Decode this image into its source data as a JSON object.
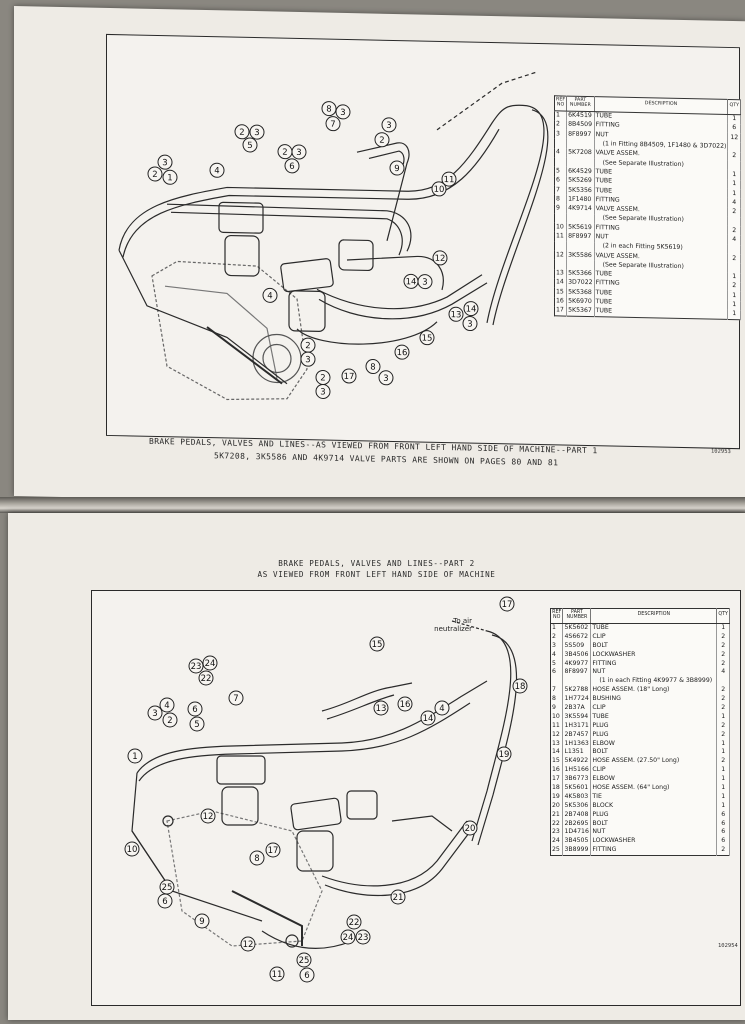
{
  "top": {
    "callouts": [
      "3",
      "2",
      "1",
      "4",
      "2",
      "3",
      "5",
      "2",
      "3",
      "6",
      "8",
      "3",
      "7",
      "3",
      "2",
      "9",
      "11",
      "10",
      "12",
      "14",
      "3",
      "4",
      "13",
      "14",
      "3",
      "15",
      "16",
      "17",
      "2",
      "3",
      "8",
      "3",
      "2",
      "3"
    ],
    "table_headers": [
      "REF NO",
      "PART NUMBER",
      "DESCRIPTION",
      "QTY"
    ],
    "rows": [
      {
        "ref": "1",
        "part": "6K4519",
        "desc": "TUBE",
        "qty": "1"
      },
      {
        "ref": "2",
        "part": "8B4509",
        "desc": "FITTING",
        "qty": "6"
      },
      {
        "ref": "3",
        "part": "8F8997",
        "desc": "NUT",
        "qty": "12"
      },
      {
        "ref": "",
        "part": "",
        "desc": "(1 in Fitting 8B4509, 1F1480 & 3D7022)",
        "qty": ""
      },
      {
        "ref": "4",
        "part": "5K7208",
        "desc": "VALVE ASSEM.",
        "qty": "2"
      },
      {
        "ref": "",
        "part": "",
        "desc": "(See Separate Illustration)",
        "qty": ""
      },
      {
        "ref": "5",
        "part": "6K4529",
        "desc": "TUBE",
        "qty": "1"
      },
      {
        "ref": "6",
        "part": "5K5269",
        "desc": "TUBE",
        "qty": "1"
      },
      {
        "ref": "7",
        "part": "5K5356",
        "desc": "TUBE",
        "qty": "1"
      },
      {
        "ref": "8",
        "part": "1F1480",
        "desc": "FITTING",
        "qty": "4"
      },
      {
        "ref": "9",
        "part": "4K9714",
        "desc": "VALVE ASSEM.",
        "qty": "2"
      },
      {
        "ref": "",
        "part": "",
        "desc": "(See Separate Illustration)",
        "qty": ""
      },
      {
        "ref": "10",
        "part": "5K5619",
        "desc": "FITTING",
        "qty": "2"
      },
      {
        "ref": "11",
        "part": "8F8997",
        "desc": "NUT",
        "qty": "4"
      },
      {
        "ref": "",
        "part": "",
        "desc": "(2 in each Fitting 5K5619)",
        "qty": ""
      },
      {
        "ref": "12",
        "part": "3K5586",
        "desc": "VALVE ASSEM.",
        "qty": "2"
      },
      {
        "ref": "",
        "part": "",
        "desc": "(See Separate Illustration)",
        "qty": ""
      },
      {
        "ref": "13",
        "part": "5K5366",
        "desc": "TUBE",
        "qty": "1"
      },
      {
        "ref": "14",
        "part": "3D7022",
        "desc": "FITTING",
        "qty": "2"
      },
      {
        "ref": "15",
        "part": "5K5368",
        "desc": "TUBE",
        "qty": "1"
      },
      {
        "ref": "16",
        "part": "5K6970",
        "desc": "TUBE",
        "qty": "1"
      },
      {
        "ref": "17",
        "part": "5K5367",
        "desc": "TUBE",
        "qty": "1"
      }
    ],
    "caption_line1": "BRAKE PEDALS, VALVES AND LINES--AS VIEWED FROM FRONT LEFT HAND SIDE OF MACHINE--PART 1",
    "caption_line2": "5K7208, 3K5586 AND 4K9714 VALVE PARTS ARE SHOWN ON PAGES 80 AND 81",
    "figure_number": "102953"
  },
  "bottom": {
    "header_line1": "BRAKE PEDALS, VALVES AND LINES--PART 2",
    "header_line2": "AS VIEWED FROM FRONT LEFT HAND SIDE OF MACHINE",
    "air_label": "To air neutralizer",
    "callouts": [
      "17",
      "15",
      "23",
      "24",
      "22",
      "7",
      "3",
      "4",
      "2",
      "6",
      "5",
      "16",
      "13",
      "14",
      "4",
      "18",
      "19",
      "1",
      "10",
      "12",
      "8",
      "17",
      "20",
      "21",
      "25",
      "6",
      "9",
      "12",
      "11",
      "25",
      "6",
      "22",
      "24",
      "23"
    ],
    "table_headers": [
      "REF NO",
      "PART NUMBER",
      "DESCRIPTION",
      "QTY"
    ],
    "rows": [
      {
        "ref": "1",
        "part": "5K5602",
        "desc": "TUBE",
        "qty": "1"
      },
      {
        "ref": "2",
        "part": "4S6672",
        "desc": "CLIP",
        "qty": "2"
      },
      {
        "ref": "3",
        "part": "5S509",
        "desc": "BOLT",
        "qty": "2"
      },
      {
        "ref": "4",
        "part": "3B4506",
        "desc": "LOCKWASHER",
        "qty": "2"
      },
      {
        "ref": "5",
        "part": "4K9977",
        "desc": "FITTING",
        "qty": "2"
      },
      {
        "ref": "6",
        "part": "8F8997",
        "desc": "NUT",
        "qty": "4"
      },
      {
        "ref": "",
        "part": "",
        "desc": "(1 in each Fitting 4K9977 & 3B8999)",
        "qty": ""
      },
      {
        "ref": "7",
        "part": "5K2788",
        "desc": "HOSE ASSEM. (18\" Long)",
        "qty": "2"
      },
      {
        "ref": "8",
        "part": "1H7724",
        "desc": "BUSHING",
        "qty": "2"
      },
      {
        "ref": "9",
        "part": "2B37A",
        "desc": "CLIP",
        "qty": "2"
      },
      {
        "ref": "10",
        "part": "3K5594",
        "desc": "TUBE",
        "qty": "1"
      },
      {
        "ref": "11",
        "part": "1H3171",
        "desc": "PLUG",
        "qty": "2"
      },
      {
        "ref": "12",
        "part": "2B7457",
        "desc": "PLUG",
        "qty": "2"
      },
      {
        "ref": "13",
        "part": "1H1363",
        "desc": "ELBOW",
        "qty": "1"
      },
      {
        "ref": "14",
        "part": "L1351",
        "desc": "BOLT",
        "qty": "1"
      },
      {
        "ref": "15",
        "part": "5K4922",
        "desc": "HOSE ASSEM. (27.50\" Long)",
        "qty": "2"
      },
      {
        "ref": "16",
        "part": "1H5166",
        "desc": "CLIP",
        "qty": "1"
      },
      {
        "ref": "17",
        "part": "3B6773",
        "desc": "ELBOW",
        "qty": "1"
      },
      {
        "ref": "18",
        "part": "5K5601",
        "desc": "HOSE ASSEM. (64\" Long)",
        "qty": "1"
      },
      {
        "ref": "19",
        "part": "4K5803",
        "desc": "TIE",
        "qty": "1"
      },
      {
        "ref": "20",
        "part": "5K5306",
        "desc": "BLOCK",
        "qty": "1"
      },
      {
        "ref": "21",
        "part": "2B7408",
        "desc": "PLUG",
        "qty": "6"
      },
      {
        "ref": "22",
        "part": "2B2695",
        "desc": "BOLT",
        "qty": "6"
      },
      {
        "ref": "23",
        "part": "1D4716",
        "desc": "NUT",
        "qty": "6"
      },
      {
        "ref": "24",
        "part": "3B4505",
        "desc": "LOCKWASHER",
        "qty": "6"
      },
      {
        "ref": "25",
        "part": "3B8999",
        "desc": "FITTING",
        "qty": "2"
      }
    ],
    "figure_number": "102954"
  }
}
